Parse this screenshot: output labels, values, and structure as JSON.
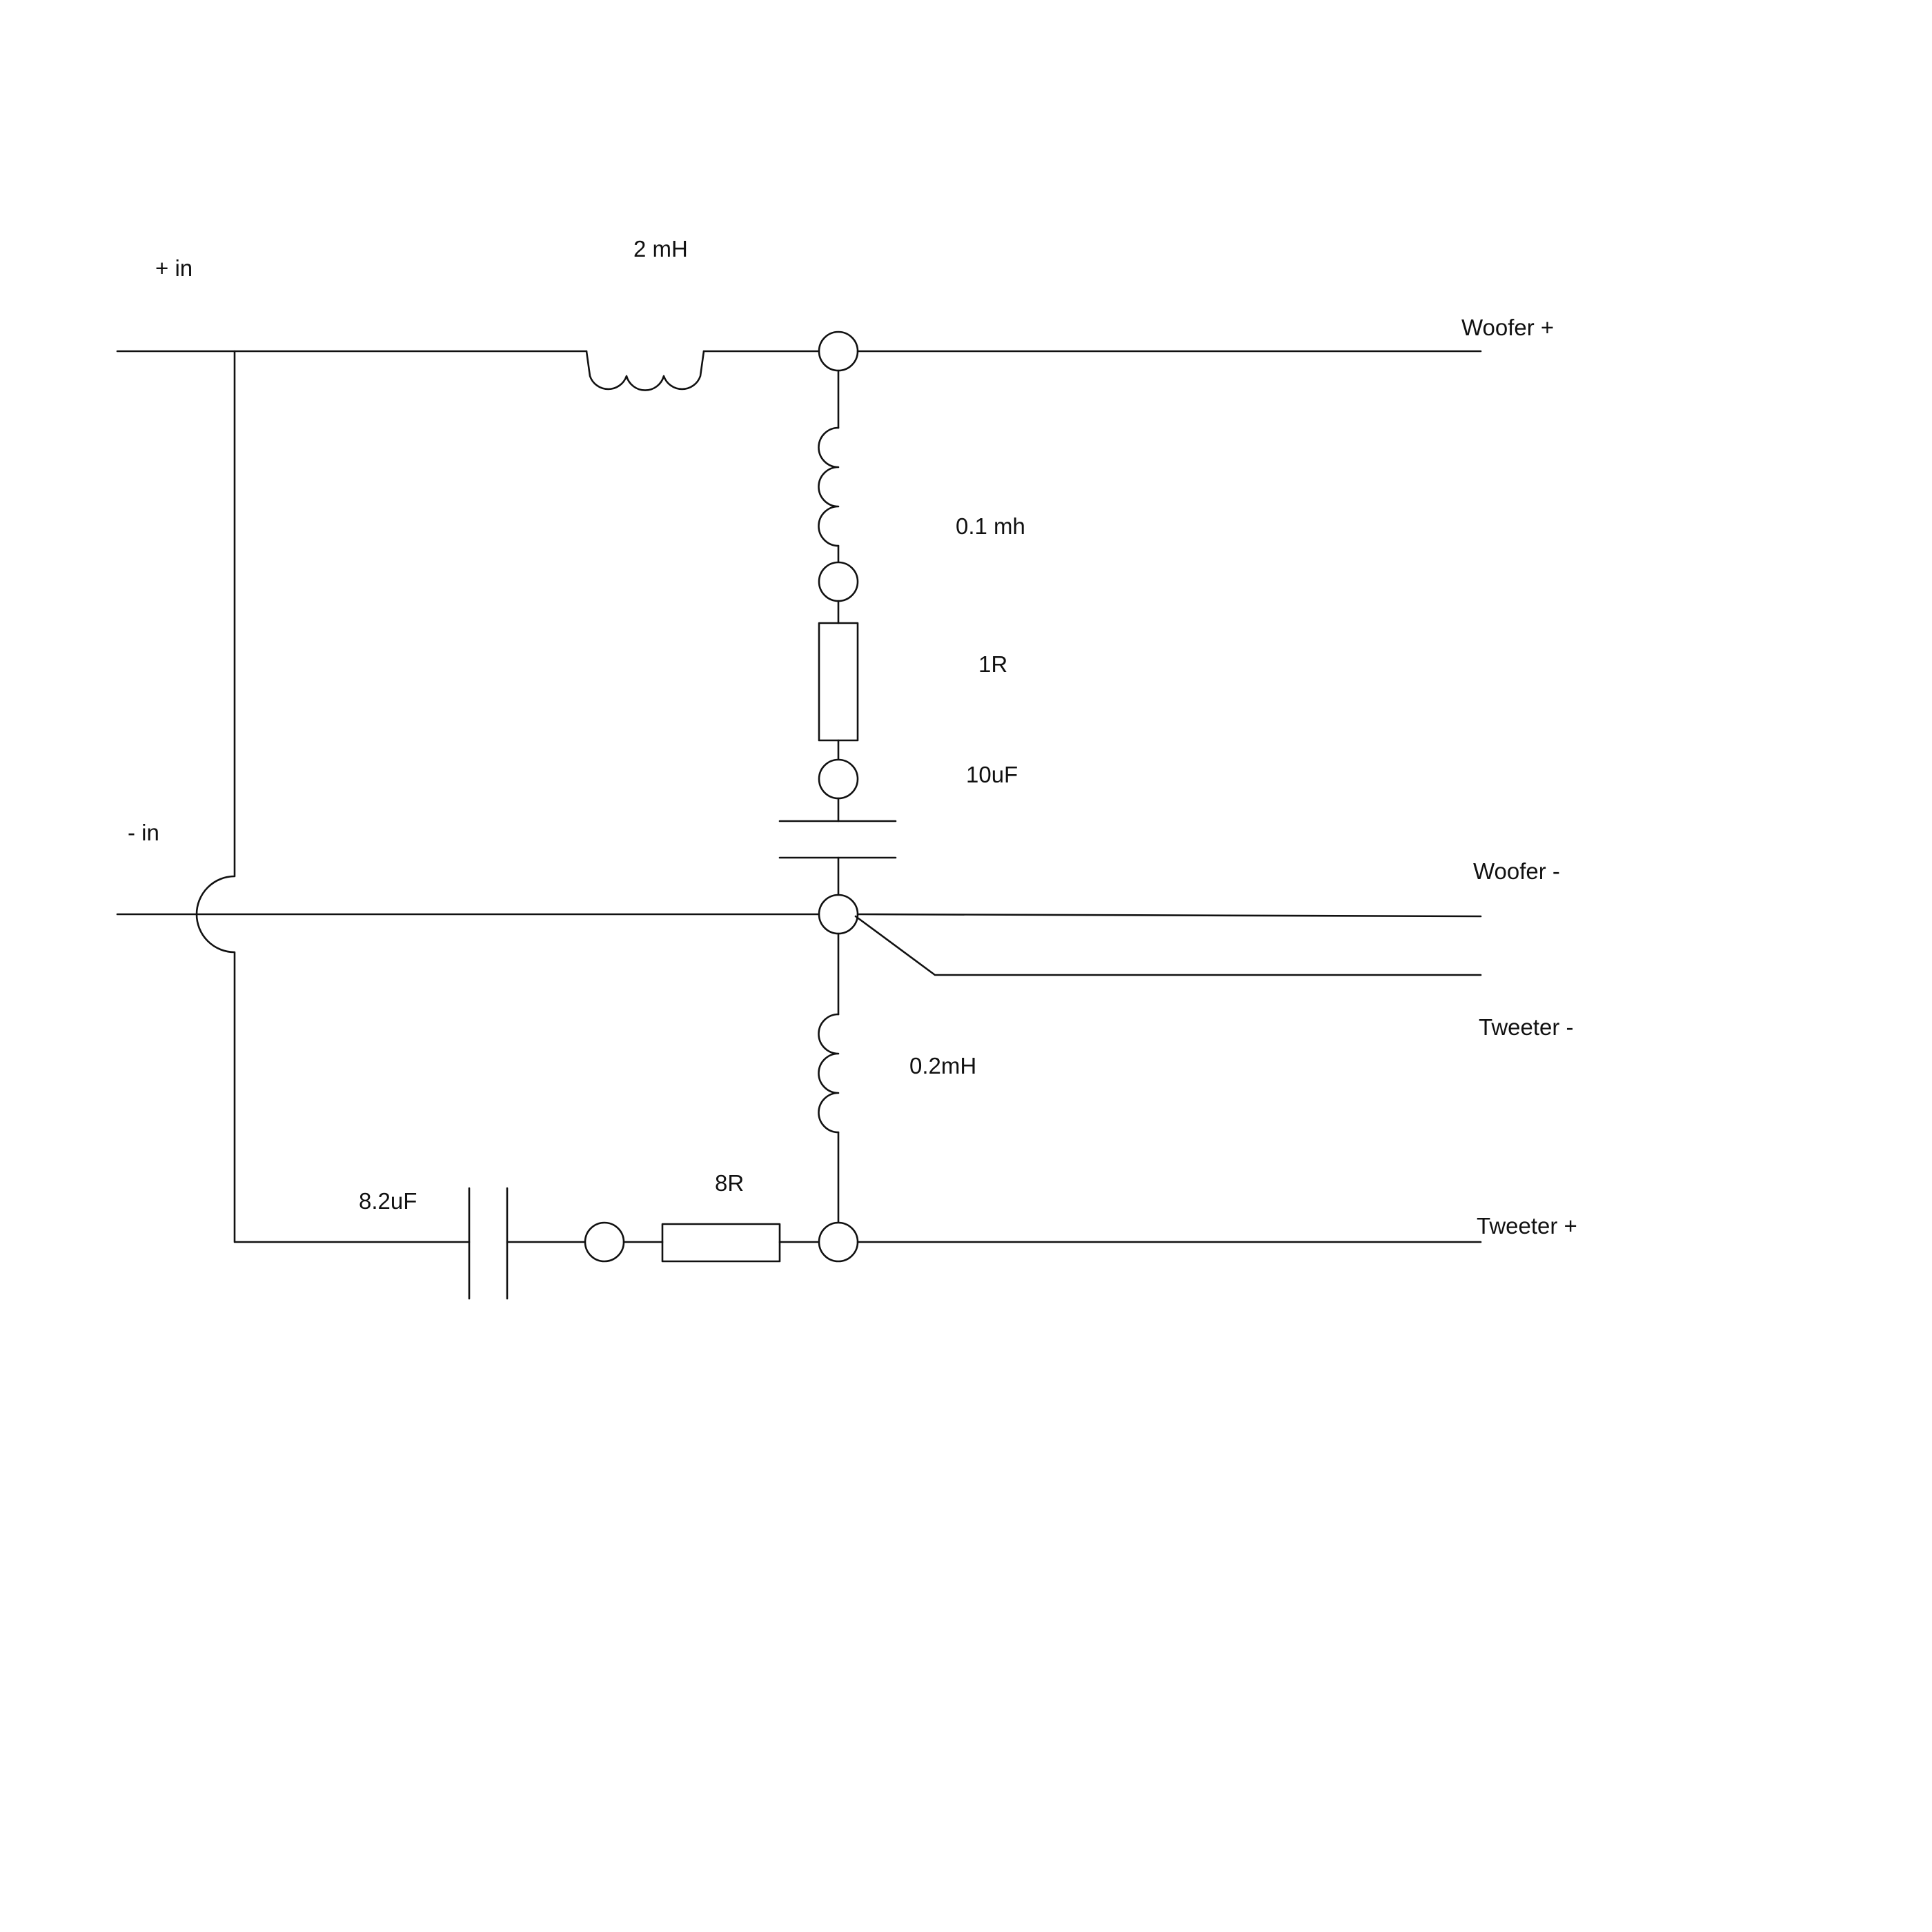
{
  "diagram": {
    "terminals": {
      "plus_in": "+ in",
      "minus_in": "- in",
      "woofer_plus": "Woofer +",
      "woofer_minus": "Woofer -",
      "tweeter_minus": "Tweeter -",
      "tweeter_plus": "Tweeter +"
    },
    "components": {
      "series_inductor": "2 mH",
      "shunt_inductor": "0.1 mh",
      "shunt_resistor": "1R",
      "shunt_capacitor": "10uF",
      "tweeter_inductor": "0.2mH",
      "tweeter_resistor": "8R",
      "tweeter_capacitor": "8.2uF"
    },
    "colors": {
      "line": "#111111",
      "background": "#ffffff"
    }
  }
}
